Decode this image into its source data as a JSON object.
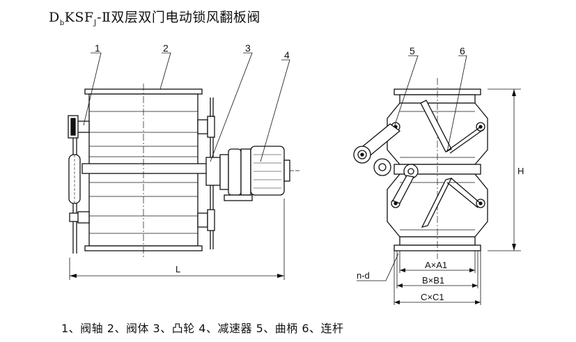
{
  "title": {
    "prefix": "D",
    "sub1": "b",
    "mid": "KSF",
    "sub2": "J",
    "suffix": "-Ⅱ双层双门电动锁风翻板阀"
  },
  "callouts": [
    "1",
    "2",
    "3",
    "4",
    "5",
    "6"
  ],
  "dimensions": {
    "length": "L",
    "height": "H",
    "holes": "n-d",
    "a": "A×A1",
    "b": "B×B1",
    "c": "C×C1"
  },
  "legend": "1、阀轴  2、阀体  3、凸轮  4、减速器  5、曲柄  6、连杆"
}
